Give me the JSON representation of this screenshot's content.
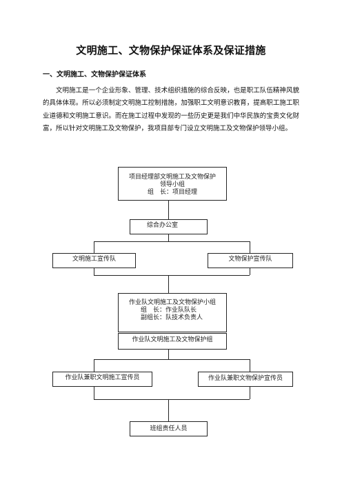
{
  "document": {
    "title": "文明施工、文物保护保证体系及保证措施",
    "section_heading": "一、文明施工、文物保护保证体系",
    "paragraph": "文明施工是一个企业形象、管理、技术组织措施的综合反映，也是职工队伍精神风貌的具体体现。所以必须制定文明施工控制措施，加强职工文明意识教育，提高职工施工职业道德和文明施工意识。而在施工过程中发现的一些历史更是我们中华民族的宝贵文化财富，所以针对文明施工及文物保护，我项目部专门设立文明施工及文物保护领导小组。"
  },
  "org_chart": {
    "leader_group": {
      "line1": "项目经理部文明施工及文物保护",
      "line2": "领导小组",
      "line3": "组　长：项目经理"
    },
    "office": "综合办公室",
    "civil_promo_team": "文明施工宣传队",
    "relic_promo_team": "文物保护宣传队",
    "team_group": {
      "line1": "作业队文明施工及文物保护小组",
      "line2": "组　长：作业队队长",
      "line3": "副组长：队技术负责人"
    },
    "team_org": "作业队文明施工及文物保护组",
    "team_civil_promoter": "作业队兼职文明施工宣传员",
    "team_relic_promoter": "作业队兼职文物保护宣传员",
    "squad_responsible": "班组责任人员"
  }
}
